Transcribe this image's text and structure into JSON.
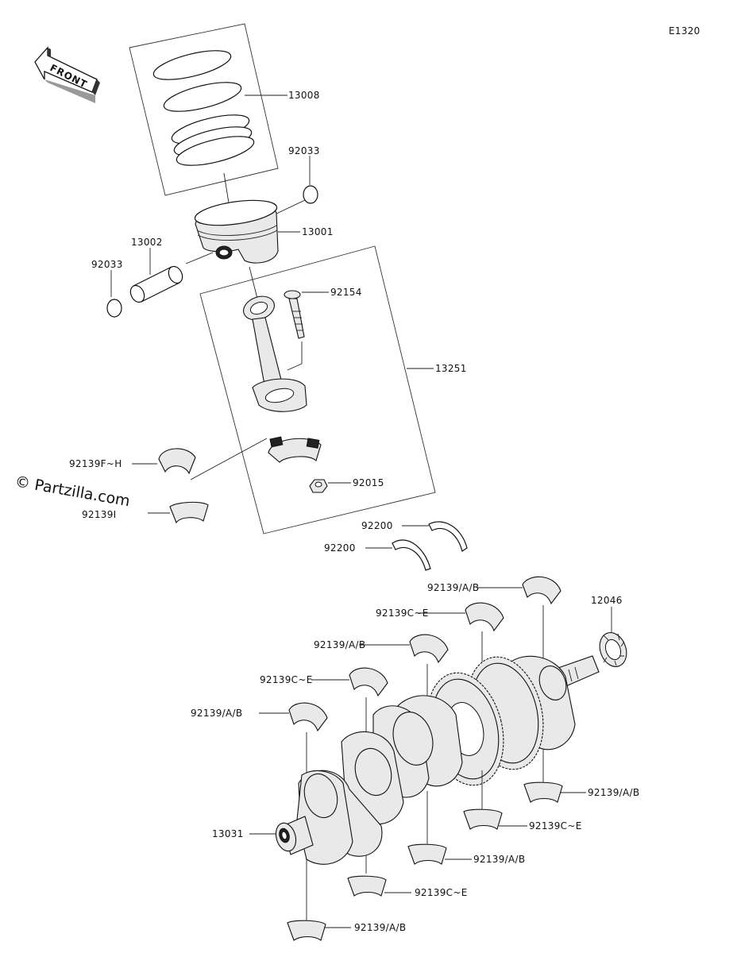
{
  "diagram_code": "E1320",
  "front_label": "FRONT",
  "watermark": "© Partzilla.com",
  "labels": {
    "p13008": "13008",
    "p92033_top": "92033",
    "p13001": "13001",
    "p13002": "13002",
    "p92033_left": "92033",
    "p92154": "92154",
    "p13251": "13251",
    "p92139fh": "92139F~H",
    "p92139i": "92139I",
    "p92015": "92015",
    "p92200_a": "92200",
    "p92200_b": "92200",
    "p92139ab_1": "92139/A/B",
    "p12046": "12046",
    "p92139ce_1": "92139C~E",
    "p92139ab_2": "92139/A/B",
    "p92139ce_2": "92139C~E",
    "p92139ab_3": "92139/A/B",
    "p92139ab_r1": "92139/A/B",
    "p92139ce_r1": "92139C~E",
    "p13031": "13031",
    "p92139ab_r2": "92139/A/B",
    "p92139ce_r2": "92139C~E",
    "p92139ab_r3": "92139/A/B"
  }
}
